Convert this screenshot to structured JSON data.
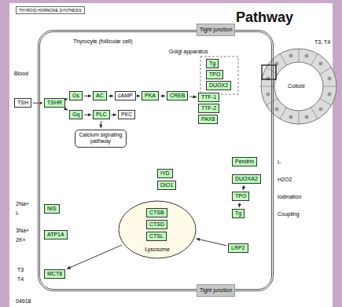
{
  "diagram": {
    "title": "Pathway",
    "nodes": [
      {
        "text": [
          "Thyrocyte (follicular cell)"
        ]
      },
      {
        "text": [
          "TSH"
        ]
      },
      {
        "text": [
          "TSHR"
        ],
        "in": 0
      },
      {
        "text": [
          "Gs"
        ],
        "in": 0
      },
      {
        "text": [
          "AC"
        ],
        "in": 0
      },
      {
        "text": [
          "cAMP"
        ],
        "in": 0
      },
      {
        "text": [
          "PKA"
        ],
        "in": 0
      },
      {
        "text": [
          "CREB"
        ],
        "in": 0
      },
      {
        "text": [
          "Gq"
        ],
        "in": 0
      },
      {
        "text": [
          "PLC"
        ],
        "in": 0
      },
      {
        "text": [
          "PKC"
        ],
        "in": 0
      },
      {
        "text": [
          "Calcium signaling pathway"
        ],
        "in": 0
      },
      {
        "text": [
          "TTF-1"
        ],
        "in": 0
      },
      {
        "text": [
          "TTF-2"
        ],
        "in": 0
      },
      {
        "text": [
          "PAX8"
        ],
        "in": 0
      },
      {
        "text": [
          "Tg"
        ],
        "in": 0
      },
      {
        "text": [
          "TPO"
        ],
        "in": 0
      },
      {
        "text": [
          "DUOX2"
        ],
        "in": 0
      },
      {
        "text": [
          "NIS"
        ],
        "in": 0
      },
      {
        "text": [
          "ATP1A"
        ],
        "in": 0
      },
      {
        "text": [
          "MCT8"
        ],
        "in": 0
      },
      {
        "text": [
          "Lysosome"
        ],
        "in": 0
      },
      {
        "text": [
          "CTSB"
        ],
        "in": 21
      },
      {
        "text": [
          "CTSD"
        ],
        "in": 21
      },
      {
        "text": [
          "CTSL"
        ],
        "in": 21
      },
      {
        "text": [
          "Pendrin"
        ],
        "in": 0
      },
      {
        "text": [
          "DUOXA2"
        ],
        "in": 0
      },
      {
        "text": [
          "TPO"
        ],
        "in": 0
      },
      {
        "text": [
          "Tg"
        ],
        "in": 0
      },
      {
        "text": [
          "LRP2"
        ],
        "in": 0
      },
      {
        "text": [
          "IYD"
        ],
        "in": 0
      },
      {
        "text": [
          "DIO1"
        ],
        "in": 0
      }
    ],
    "edges": [
      {
        "from": 1,
        "to": 2,
        "arrow": "to"
      },
      {
        "from": 2,
        "to": 3,
        "arrow": "to"
      },
      {
        "from": 3,
        "to": 4,
        "arrow": "to"
      },
      {
        "from": 4,
        "to": 5,
        "arrow": "to"
      },
      {
        "from": 5,
        "to": 6,
        "arrow": "to"
      },
      {
        "from": 6,
        "to": 7,
        "arrow": "to"
      },
      {
        "from": 2,
        "to": 8,
        "arrow": "to"
      },
      {
        "from": 8,
        "to": 9,
        "arrow": "to"
      },
      {
        "from": 9,
        "to": 10,
        "arrow": "to"
      },
      {
        "from": 9,
        "to": 11,
        "arrow": "to"
      },
      {
        "from": 7,
        "to": 12,
        "arrow": "to"
      },
      {
        "from": 26,
        "to": 27,
        "arrow": "to"
      },
      {
        "from": 27,
        "to": 28,
        "arrow": "to"
      },
      {
        "from": 29,
        "to": 21,
        "arrow": "to"
      },
      {
        "from": 21,
        "to": 20,
        "arrow": "to"
      }
    ],
    "labels": [
      "THYROID HORMONE SYNTHESIS",
      "Blood",
      "Tight junction",
      "Tight junction",
      "Golgi apparatus",
      "2Na+",
      "I-",
      "3Na+",
      "2K+",
      "T3",
      "T4",
      "I-",
      "H2O2",
      "Iodination",
      "Coupling",
      "Colloid",
      "T3, T4",
      "04918"
    ]
  }
}
